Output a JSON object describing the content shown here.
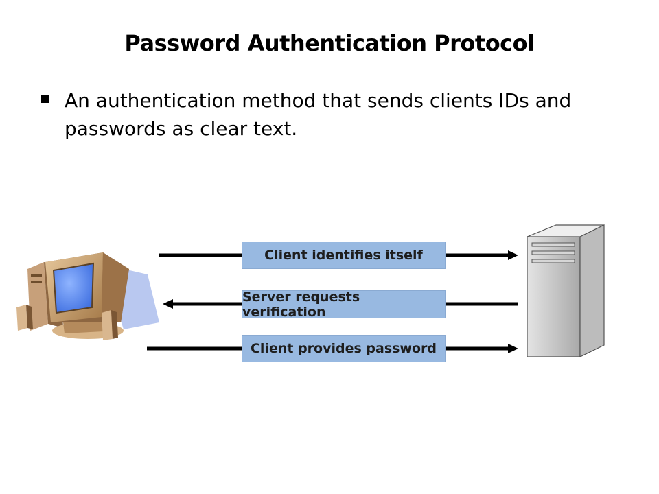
{
  "slide": {
    "title": "Password Authentication Protocol",
    "bullet": "An authentication method that sends clients IDs and passwords as clear text."
  },
  "diagram": {
    "client_icon": "desktop-computer-icon",
    "server_icon": "tower-server-icon",
    "messages": [
      {
        "label": "Client identifies itself",
        "direction": "to-server"
      },
      {
        "label": "Server requests verification",
        "direction": "to-client"
      },
      {
        "label": "Client provides password",
        "direction": "to-server"
      }
    ],
    "colors": {
      "label_box": "#98b9e1",
      "arrow": "#000000",
      "screen": "#5b8df0",
      "monitor": "#c9a477",
      "server": "#c8c8c8"
    }
  }
}
